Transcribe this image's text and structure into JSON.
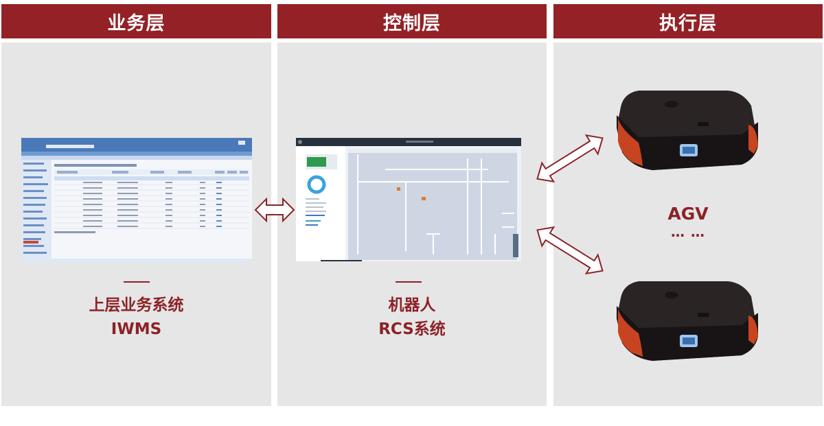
{
  "columns": {
    "business": {
      "header": "业务层",
      "caption_line1": "上层业务系统",
      "caption_line2": "IWMS"
    },
    "control": {
      "header": "控制层",
      "caption_line1": "机器人",
      "caption_line2": "RCS系统"
    },
    "execution": {
      "header": "执行层",
      "agv_label": "AGV",
      "agv_dots": "… …"
    }
  },
  "colors": {
    "header_bg": "#932125",
    "accent_text": "#8c2227",
    "panel_bg": "#e6e6e6",
    "arrow_outline": "#8a2327"
  },
  "icons": {
    "double_arrow": "double-arrow-icon",
    "agv_robot": "agv-robot-icon"
  }
}
